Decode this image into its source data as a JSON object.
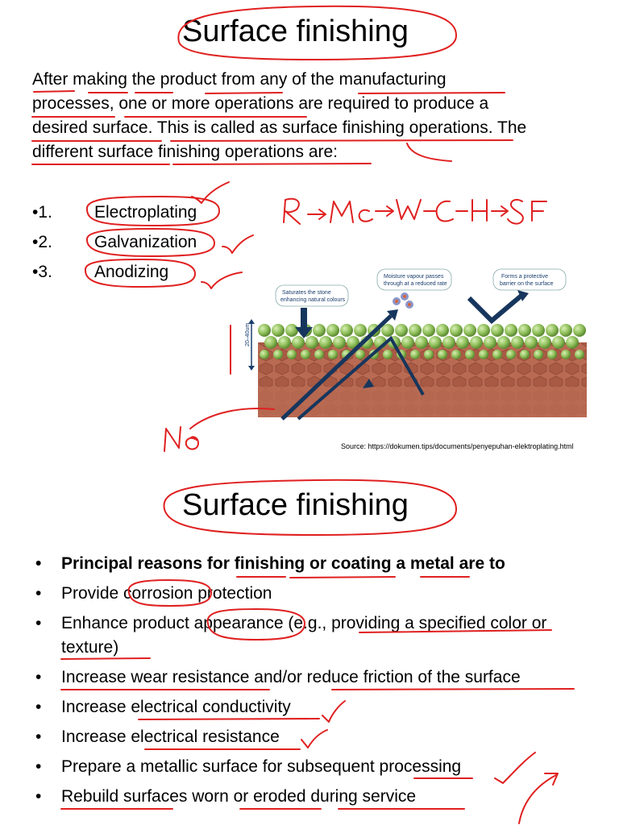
{
  "slide1": {
    "title": "Surface finishing",
    "paragraph": [
      "After making the product from any of the manufacturing",
      "processes, one or more operations are required to produce a",
      "desired surface. This is called as surface finishing operations. The",
      "different surface finishing operations are:"
    ],
    "list": [
      {
        "num": "•1.",
        "label": "Electroplating"
      },
      {
        "num": "•2.",
        "label": "Galvanization"
      },
      {
        "num": "•3.",
        "label": "Anodizing"
      }
    ],
    "handwriting_sequence": "R→Mc→W–C–H→SF",
    "handwriting_note": "No",
    "diagram": {
      "callout_left": [
        "Saturates the stone",
        "enhancing natural colours"
      ],
      "callout_middle": [
        "Moisture vapour passes",
        "through at a reduced rate"
      ],
      "callout_right": [
        "Forms a protective",
        "barrier on the surface"
      ],
      "depth_label": "20–40um"
    },
    "source": "Source: https://dokumen.tips/documents/penyepuhan-elektroplating.html"
  },
  "slide2": {
    "title": "Surface finishing",
    "bullets": [
      "Principal reasons for finishing or coating a metal are to",
      "Provide corrosion protection",
      "Enhance product appearance (e.g., providing a specified color or texture)",
      "Increase wear resistance and/or reduce friction of the surface",
      "Increase electrical conductivity",
      "Increase electrical resistance",
      "Prepare a metallic surface for subsequent processing",
      "Rebuild surfaces worn or eroded during service"
    ]
  },
  "colors": {
    "ink": "#e02020",
    "navy": "#17365d",
    "clay": "#b96a52",
    "sphere": "#8fbf5a"
  }
}
